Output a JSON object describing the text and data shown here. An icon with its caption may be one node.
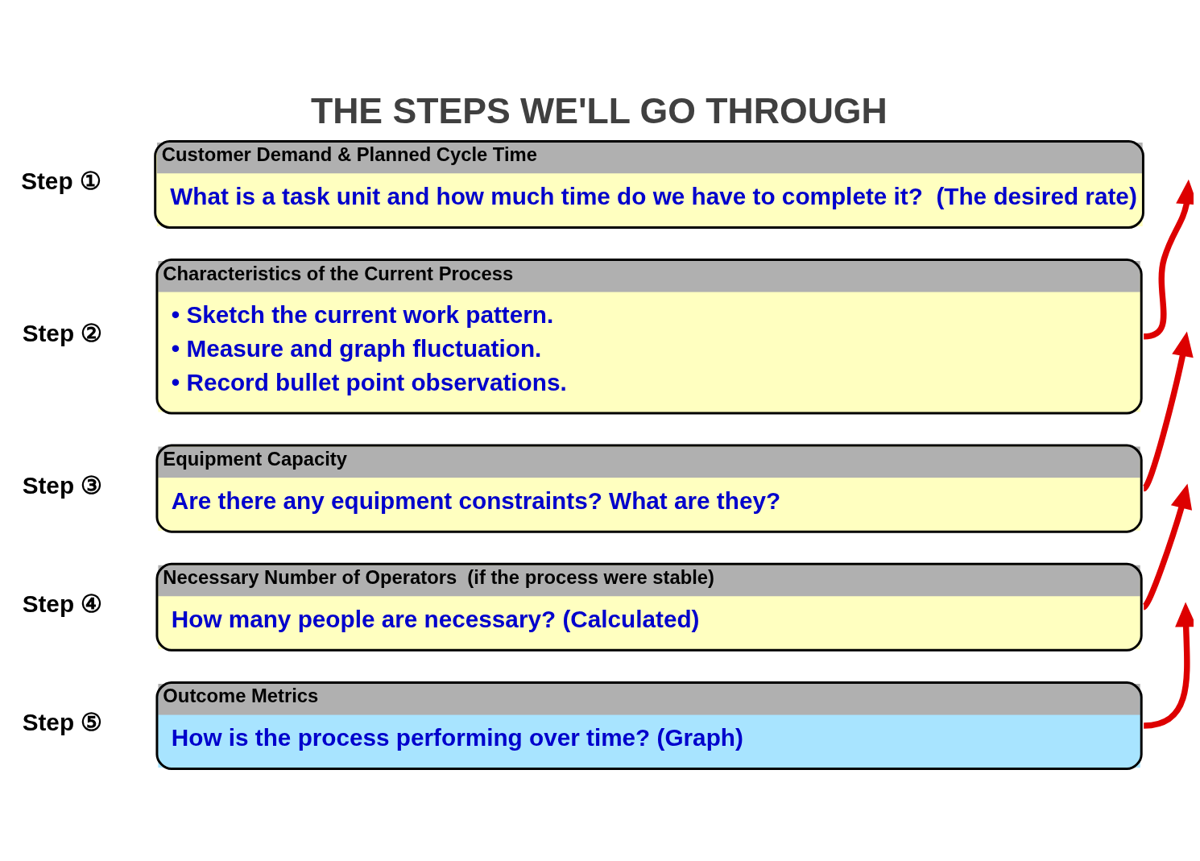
{
  "diagram": {
    "title": "THE STEPS WE'LL GO THROUGH",
    "nodes": [
      {
        "text": [
          "Customer Demand & Planned Cycle Time",
          "What is a task unit and how much time do we have to complete it?  (The desired rate)"
        ],
        "beside": [
          "Step ①"
        ]
      },
      {
        "text": [
          "Characteristics of the Current Process",
          "• Sketch the current work pattern.",
          "• Measure and graph fluctuation.",
          "• Record bullet point observations."
        ],
        "beside": [
          "Step ②"
        ]
      },
      {
        "text": [
          "Equipment Capacity",
          "Are there any equipment constraints? What are they?"
        ],
        "beside": [
          "Step ③"
        ]
      },
      {
        "text": [
          "Necessary Number of Operators  (if the process were stable)",
          "How many people are necessary? (Calculated)"
        ],
        "beside": [
          "Step ④"
        ]
      },
      {
        "text": [
          "Outcome Metrics",
          "How is the process performing over time? (Graph)"
        ],
        "beside": [
          "Step ⑤"
        ]
      }
    ],
    "edges": [
      {
        "from": 1,
        "to": null,
        "arrow": "to"
      },
      {
        "from": 2,
        "to": null,
        "arrow": "to"
      },
      {
        "from": 3,
        "to": null,
        "arrow": "to"
      },
      {
        "from": 4,
        "to": null,
        "arrow": "to"
      }
    ]
  }
}
